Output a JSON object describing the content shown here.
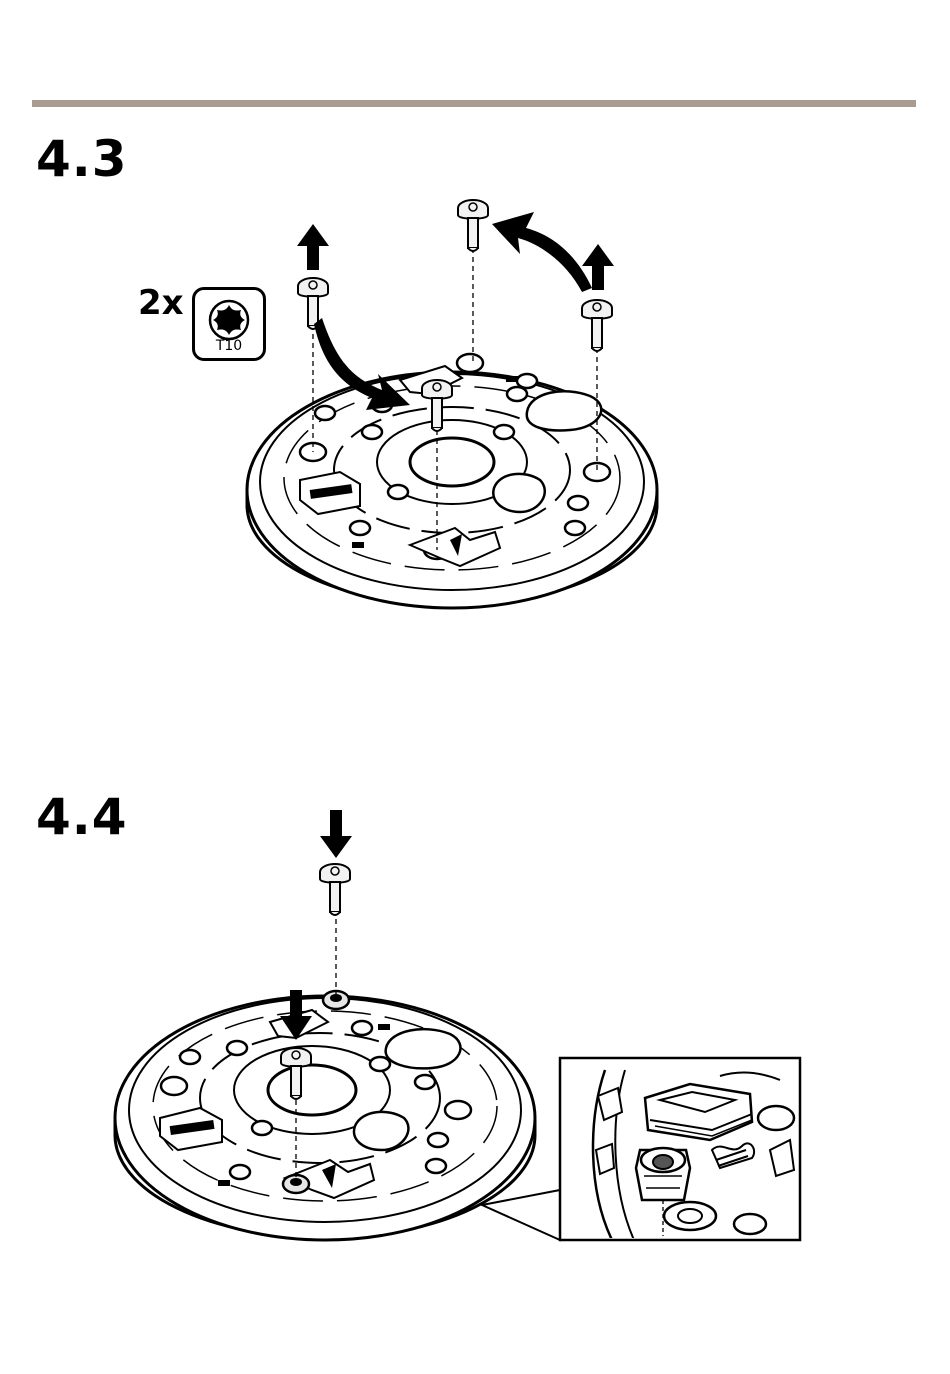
{
  "steps": [
    {
      "number": "4.3",
      "quantity": "2x",
      "tool": "T10",
      "icon": "torx-bit-icon"
    },
    {
      "number": "4.4"
    }
  ],
  "colors": {
    "rule": "#a89b92",
    "ink": "#000000",
    "screw": "#f2f2f2"
  }
}
